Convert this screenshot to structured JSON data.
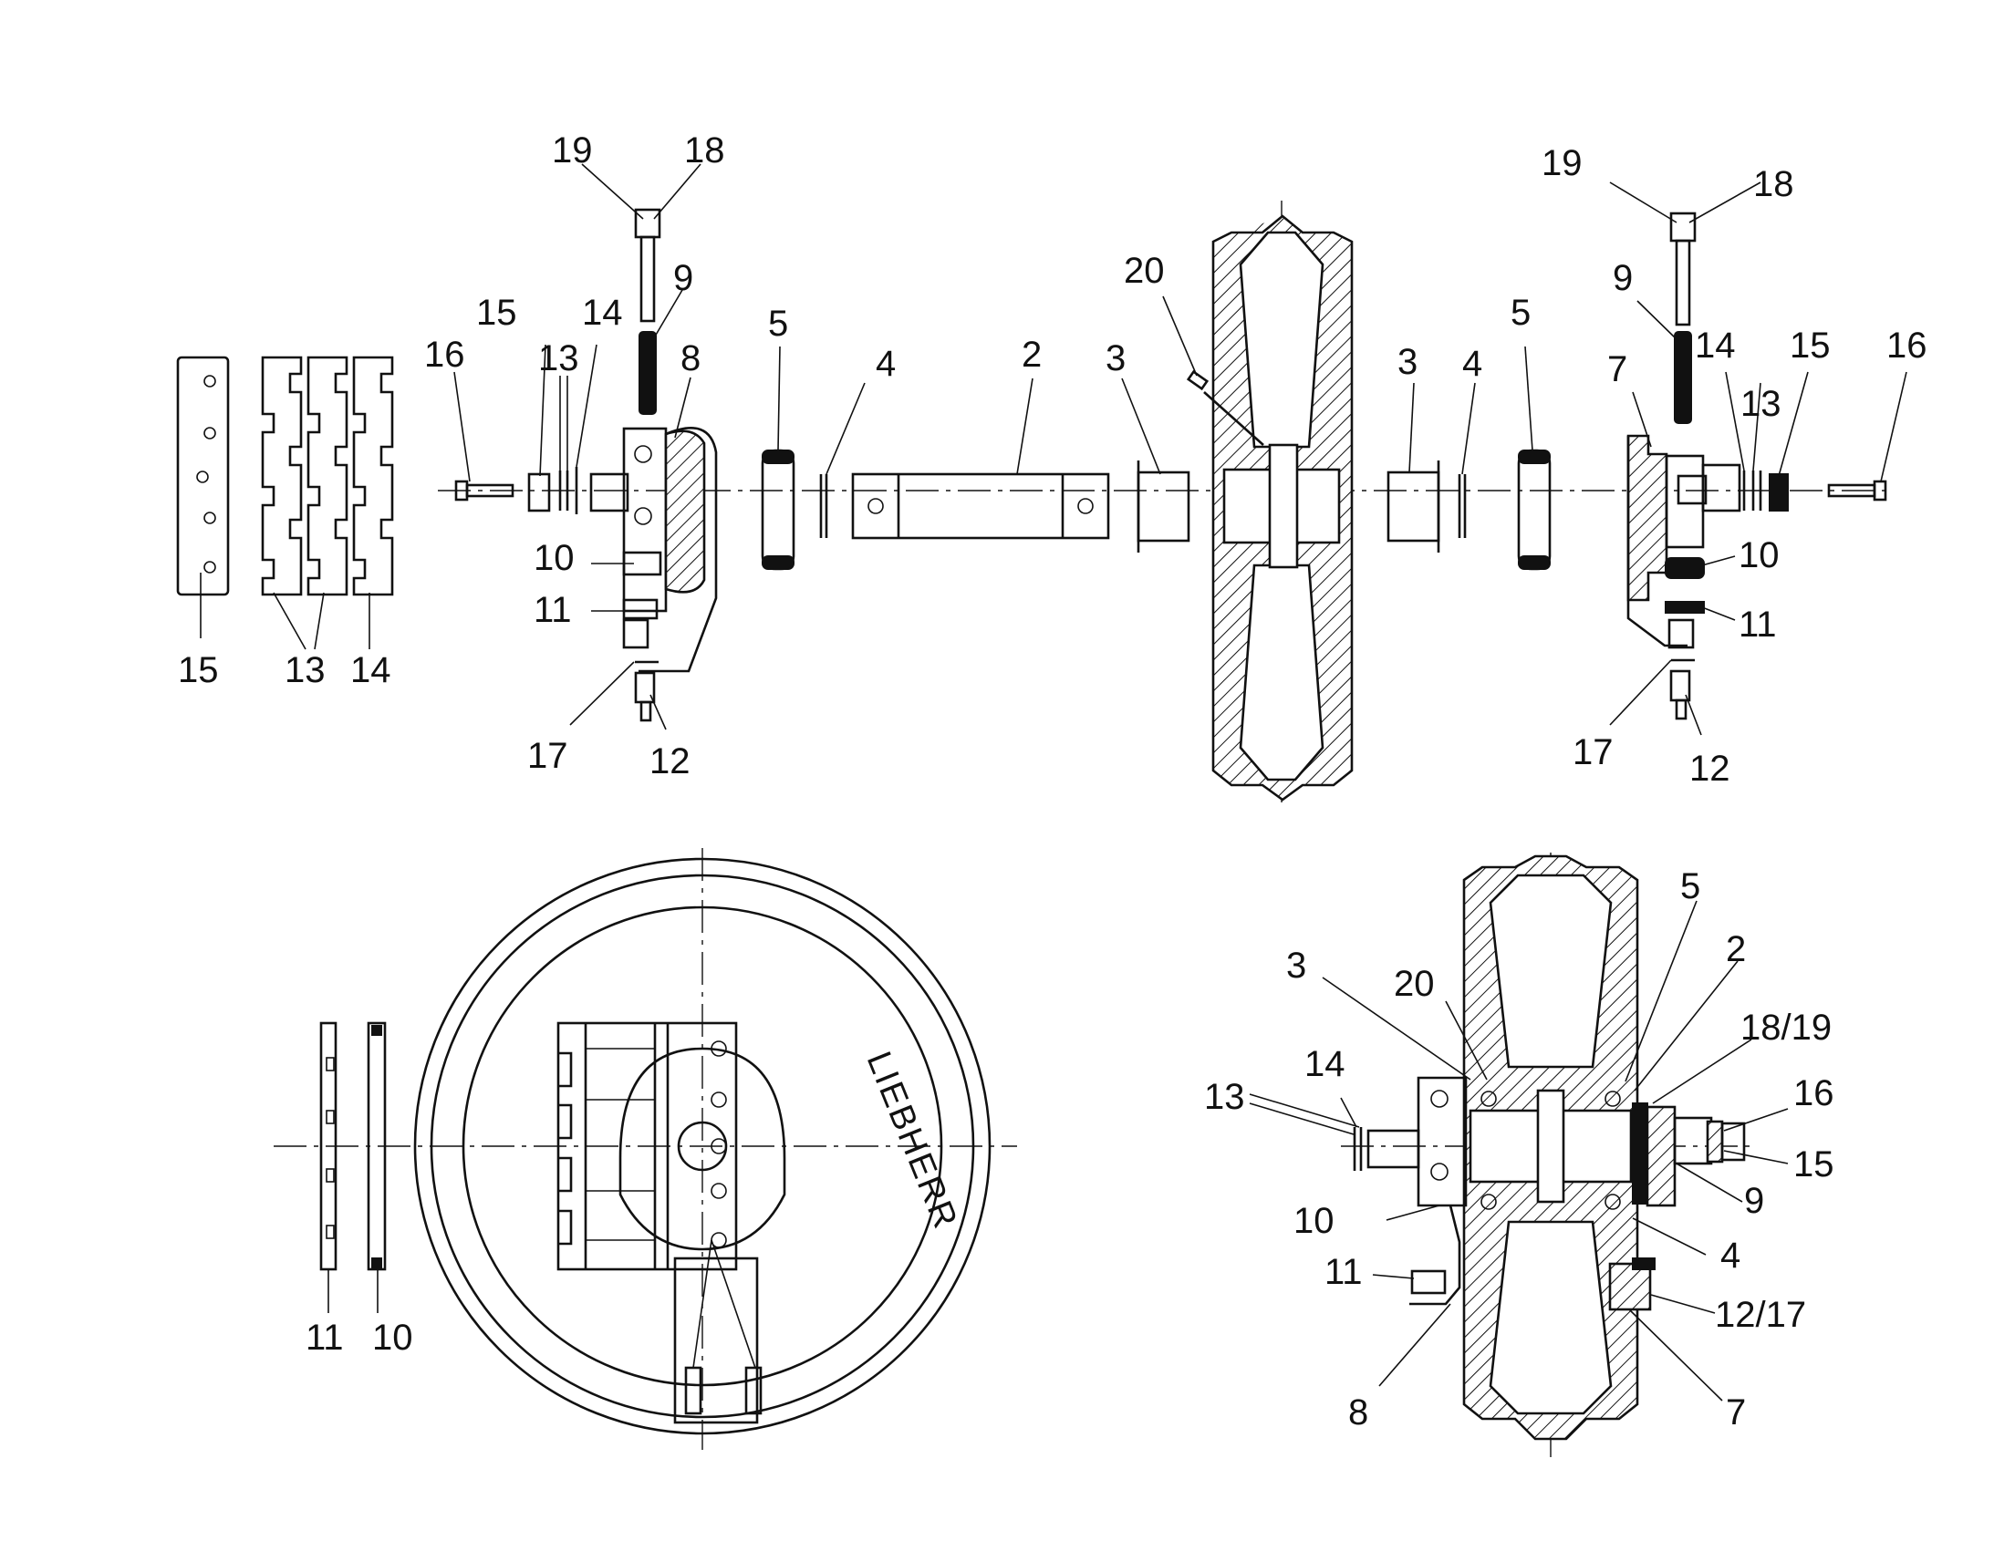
{
  "colors": {
    "ink": "#111111",
    "paper": "#ffffff"
  },
  "brand_text": "LIEBHERR",
  "labels": {
    "a_19": "19",
    "a_18": "18",
    "a_9": "9",
    "a_15": "15",
    "a_14": "14",
    "a_13": "13",
    "a_16": "16",
    "a_8": "8",
    "a_5": "5",
    "a_4": "4",
    "a_2": "2",
    "a_3": "3",
    "a_20": "20",
    "a_10": "10",
    "a_11": "11",
    "a_17": "17",
    "a_12": "12",
    "p_15": "15",
    "p_13": "13",
    "p_14": "14",
    "b_3": "3",
    "b_4": "4",
    "b_5": "5",
    "b_19": "19",
    "b_18": "18",
    "b_9": "9",
    "b_7": "7",
    "b_14": "14",
    "b_13": "13",
    "b_15": "15",
    "b_16": "16",
    "b_10": "10",
    "b_11": "11",
    "b_17": "17",
    "b_12": "12",
    "s_11": "11",
    "s_10": "10",
    "c_5": "5",
    "c_2": "2",
    "c_3": "3",
    "c_20": "20",
    "c_1819": "18/19",
    "c_14": "14",
    "c_13": "13",
    "c_16": "16",
    "c_15": "15",
    "c_10": "10",
    "c_9": "9",
    "c_11": "11",
    "c_4": "4",
    "c_1217": "12/17",
    "c_8": "8",
    "c_7": "7"
  }
}
